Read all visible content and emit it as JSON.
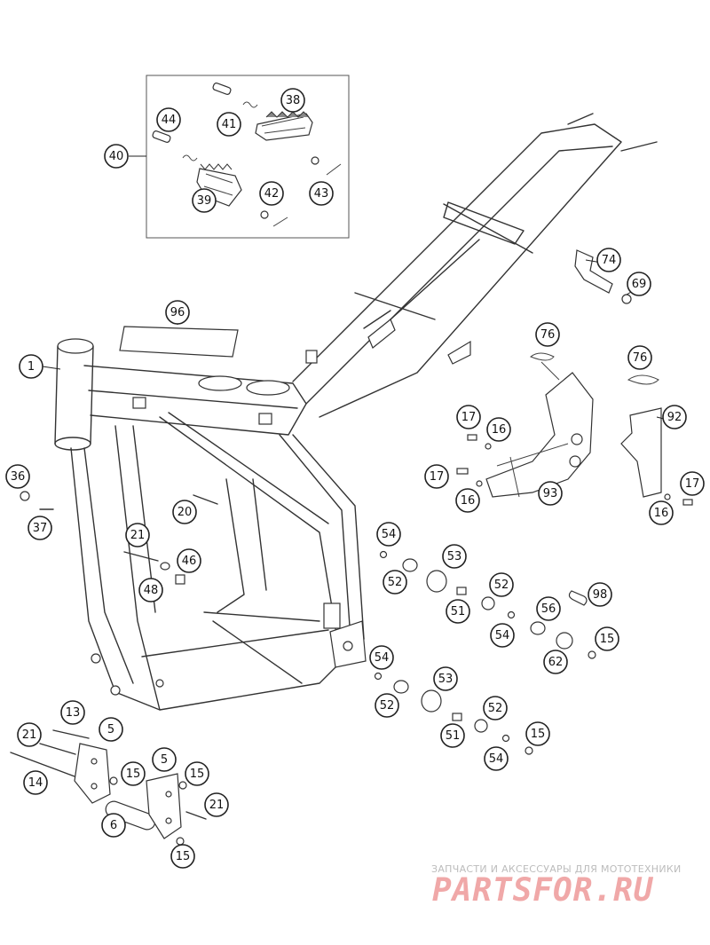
{
  "diagram": {
    "callouts": [
      {
        "id": "c1",
        "label": "1"
      },
      {
        "id": "c5a",
        "label": "5"
      },
      {
        "id": "c5b",
        "label": "5"
      },
      {
        "id": "c6",
        "label": "6"
      },
      {
        "id": "c13",
        "label": "13"
      },
      {
        "id": "c14",
        "label": "14"
      },
      {
        "id": "c15a",
        "label": "15"
      },
      {
        "id": "c15b",
        "label": "15"
      },
      {
        "id": "c15c",
        "label": "15"
      },
      {
        "id": "c15d",
        "label": "15"
      },
      {
        "id": "c15e",
        "label": "15"
      },
      {
        "id": "c16a",
        "label": "16"
      },
      {
        "id": "c16b",
        "label": "16"
      },
      {
        "id": "c16c",
        "label": "16"
      },
      {
        "id": "c17a",
        "label": "17"
      },
      {
        "id": "c17b",
        "label": "17"
      },
      {
        "id": "c17c",
        "label": "17"
      },
      {
        "id": "c20",
        "label": "20"
      },
      {
        "id": "c21a",
        "label": "21"
      },
      {
        "id": "c21b",
        "label": "21"
      },
      {
        "id": "c21c",
        "label": "21"
      },
      {
        "id": "c36",
        "label": "36"
      },
      {
        "id": "c37",
        "label": "37"
      },
      {
        "id": "c38",
        "label": "38"
      },
      {
        "id": "c39",
        "label": "39"
      },
      {
        "id": "c40",
        "label": "40"
      },
      {
        "id": "c41",
        "label": "41"
      },
      {
        "id": "c42",
        "label": "42"
      },
      {
        "id": "c43",
        "label": "43"
      },
      {
        "id": "c44",
        "label": "44"
      },
      {
        "id": "c46",
        "label": "46"
      },
      {
        "id": "c48",
        "label": "48"
      },
      {
        "id": "c51a",
        "label": "51"
      },
      {
        "id": "c51b",
        "label": "51"
      },
      {
        "id": "c52a",
        "label": "52"
      },
      {
        "id": "c52b",
        "label": "52"
      },
      {
        "id": "c52c",
        "label": "52"
      },
      {
        "id": "c52d",
        "label": "52"
      },
      {
        "id": "c53a",
        "label": "53"
      },
      {
        "id": "c53b",
        "label": "53"
      },
      {
        "id": "c54a",
        "label": "54"
      },
      {
        "id": "c54b",
        "label": "54"
      },
      {
        "id": "c54c",
        "label": "54"
      },
      {
        "id": "c54d",
        "label": "54"
      },
      {
        "id": "c56",
        "label": "56"
      },
      {
        "id": "c62",
        "label": "62"
      },
      {
        "id": "c69",
        "label": "69"
      },
      {
        "id": "c74",
        "label": "74"
      },
      {
        "id": "c76a",
        "label": "76"
      },
      {
        "id": "c76b",
        "label": "76"
      },
      {
        "id": "c92",
        "label": "92"
      },
      {
        "id": "c93",
        "label": "93"
      },
      {
        "id": "c96",
        "label": "96"
      },
      {
        "id": "c98",
        "label": "98"
      }
    ]
  },
  "watermark": {
    "tagline": "ЗАПЧАСТИ И АКСЕССУАРЫ ДЛЯ МОТОТЕХНИКИ",
    "logo": "PARTSFOR.RU"
  }
}
